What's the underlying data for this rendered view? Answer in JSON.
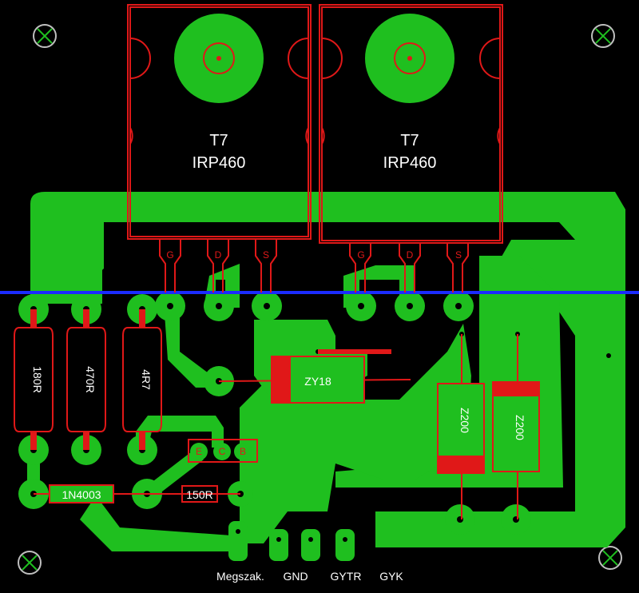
{
  "board": {
    "colors": {
      "background": "#000000",
      "copper": "#1fbf1f",
      "silkscreen": "#e01818",
      "guide_line": "#1b2bff",
      "text": "#ffffff"
    }
  },
  "transistors": [
    {
      "ref": "T7",
      "value": "IRP460",
      "pins": [
        "G",
        "D",
        "S"
      ]
    },
    {
      "ref": "T7",
      "value": "IRP460",
      "pins": [
        "G",
        "D",
        "S"
      ]
    }
  ],
  "resistors": {
    "r1": "180R",
    "r2": "470R",
    "r3": "4R7",
    "r4": "150R"
  },
  "diodes": {
    "d1": "1N4003",
    "zener": "ZY18",
    "z1": "Z200",
    "z2": "Z200"
  },
  "connectors": {
    "c1": "Megszak.",
    "c2": "GND",
    "c3": "GYTR",
    "c4": "GYK"
  },
  "small_part_pins": [
    "E",
    "C",
    "B"
  ]
}
